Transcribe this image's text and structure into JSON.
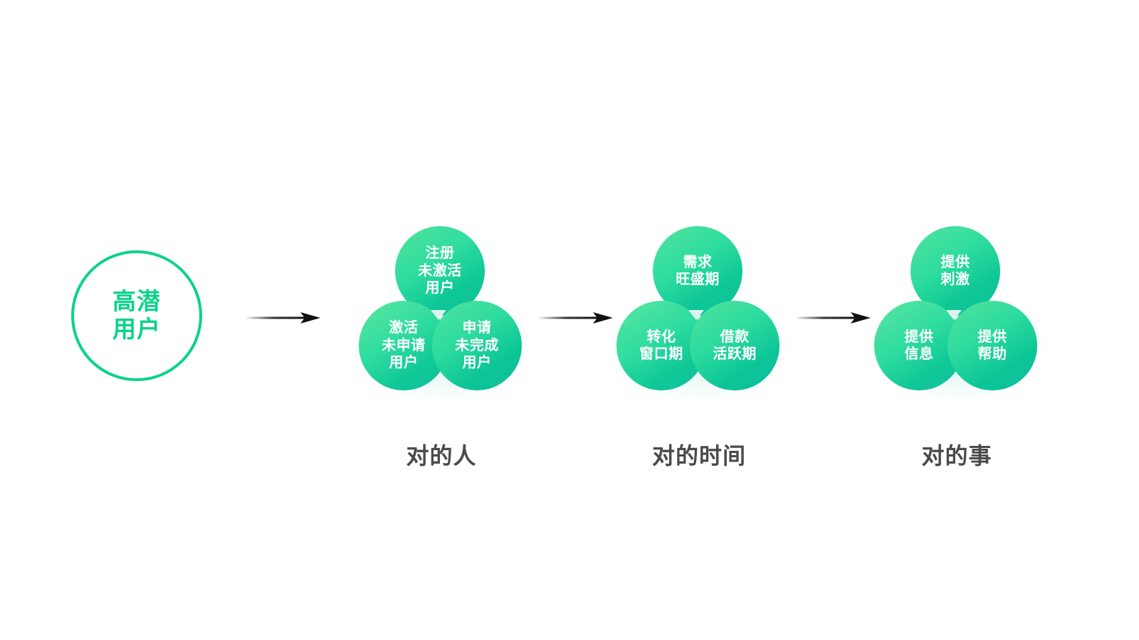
{
  "colors": {
    "background": "#ffffff",
    "accent_ring": "#0ad389",
    "accent_text": "#0ad389",
    "bubble_gradient_from": "#53e39c",
    "bubble_gradient_to": "#10bfa0",
    "bubble_text": "#ffffff",
    "caption_text": "#4a4a4a",
    "arrow": "#111111"
  },
  "start_node": {
    "label": "高潜\n用户",
    "shape": "outlined-circle"
  },
  "arrows": [
    {
      "name": "arrow-1",
      "direction": "right"
    },
    {
      "name": "arrow-2",
      "direction": "right"
    },
    {
      "name": "arrow-3",
      "direction": "right"
    }
  ],
  "clusters": [
    {
      "caption": "对的人",
      "bubbles": {
        "top": "注册\n未激活\n用户",
        "left": "激活\n未申请\n用户",
        "right": "申请\n未完成\n用户"
      }
    },
    {
      "caption": "对的时间",
      "bubbles": {
        "top": "需求\n旺盛期",
        "left": "转化\n窗口期",
        "right": "借款\n活跃期"
      }
    },
    {
      "caption": "对的事",
      "bubbles": {
        "top": "提供\n刺激",
        "left": "提供\n信息",
        "right": "提供\n帮助"
      }
    }
  ]
}
